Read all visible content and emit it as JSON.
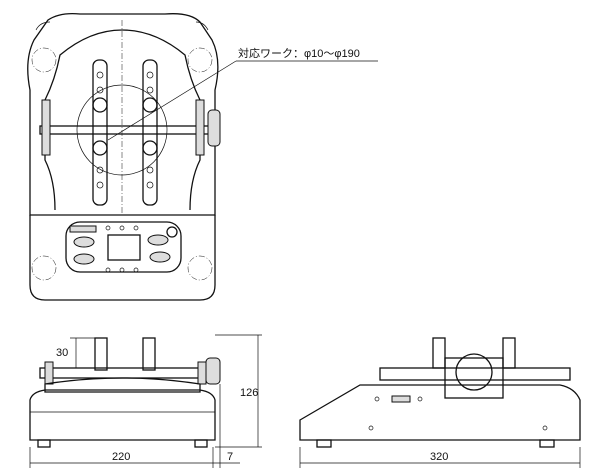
{
  "annotation": {
    "label": "対応ワーク：φ10〜φ190"
  },
  "dimensions": {
    "post_height": "30",
    "total_height": "126",
    "front_width": "220",
    "knob_protrusion": "7",
    "side_width": "320"
  },
  "colors": {
    "line": "#111111",
    "background": "#ffffff"
  }
}
